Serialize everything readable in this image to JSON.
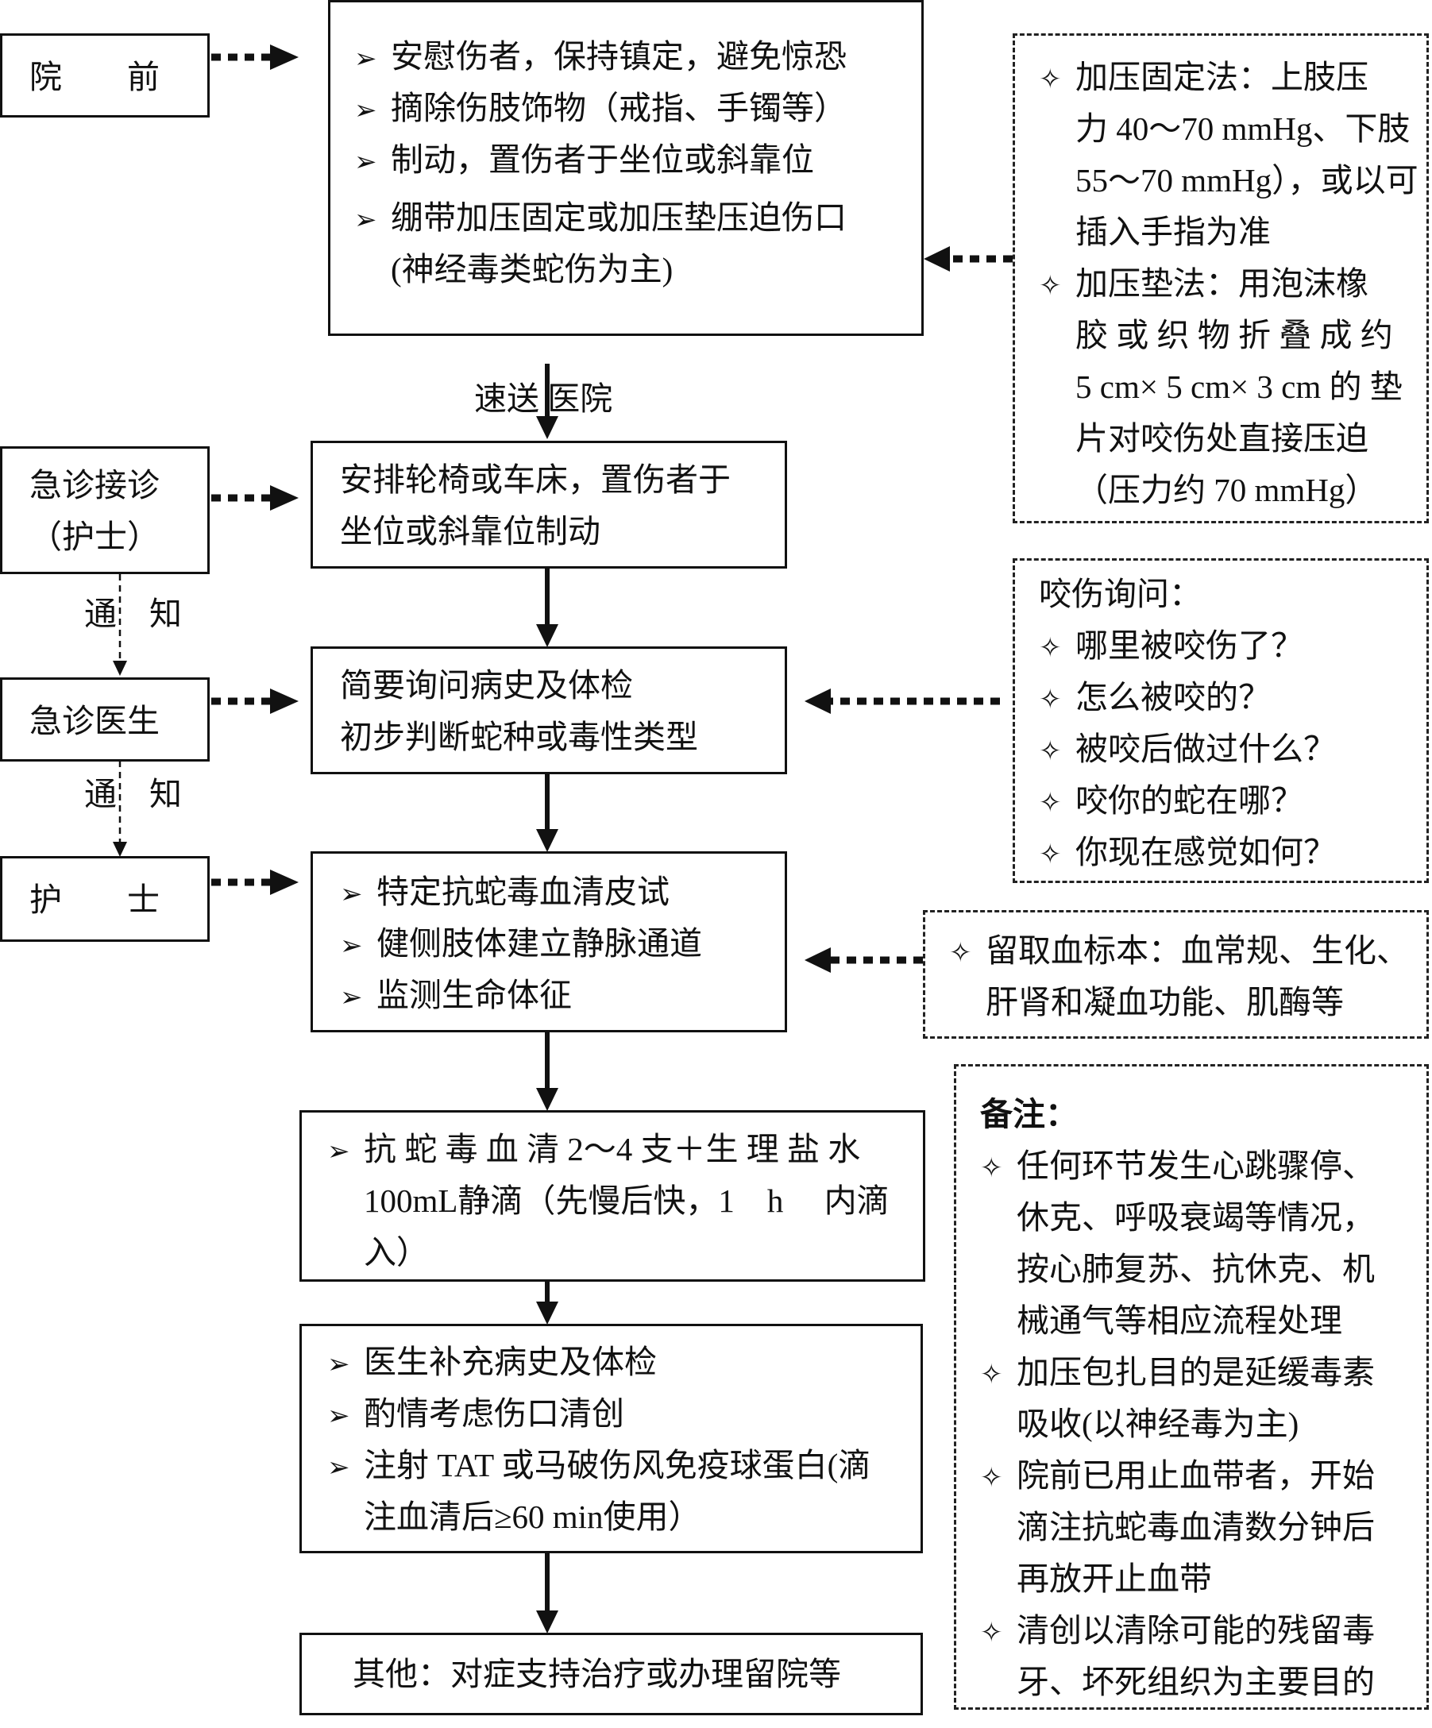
{
  "left_boxes": [
    {
      "id": "prehospital",
      "lines": [
        "院　　前"
      ]
    },
    {
      "id": "er-reception",
      "lines": [
        "急诊接诊",
        "（护士）"
      ]
    },
    {
      "id": "er-doctor",
      "lines": [
        "急诊医生"
      ]
    },
    {
      "id": "nurse",
      "lines": [
        "护　　士"
      ]
    }
  ],
  "notify_labels": [
    "通　知",
    "通　知"
  ],
  "rush_label": "速送 医院",
  "main_boxes": [
    {
      "id": "prehospital-steps",
      "lines": [
        {
          "m": "arrow",
          "t": "安慰伤者，保持镇定，避免惊恐"
        },
        {
          "m": "arrow",
          "t": "摘除伤肢饰物（戒指、手镯等）"
        },
        {
          "m": "arrow",
          "t": "制动，置伤者于坐位或斜靠位"
        },
        {
          "m": "arrow",
          "t": "绷带加压固定或加压垫压迫伤口"
        },
        {
          "m": "",
          "t": "(神经毒类蛇伤为主)"
        }
      ]
    },
    {
      "id": "wheelchair",
      "lines": [
        {
          "m": "none",
          "t": "安排轮椅或车床，置伤者于"
        },
        {
          "m": "none",
          "t": "坐位或斜靠位制动"
        }
      ]
    },
    {
      "id": "history",
      "lines": [
        {
          "m": "none",
          "t": "简要询问病史及体检"
        },
        {
          "m": "none",
          "t": "初步判断蛇种或毒性类型"
        }
      ]
    },
    {
      "id": "skin-test",
      "lines": [
        {
          "m": "arrow",
          "t": "特定抗蛇毒血清皮试"
        },
        {
          "m": "arrow",
          "t": "健侧肢体建立静脉通道"
        },
        {
          "m": "arrow",
          "t": "监测生命体征"
        }
      ]
    },
    {
      "id": "antivenom",
      "lines": [
        {
          "m": "arrow",
          "t": "抗 蛇 毒 血 清 2～4 支＋生 理 盐 水"
        },
        {
          "m": "",
          "t": "100mL静滴（先慢后快，1　h　 内滴"
        },
        {
          "m": "",
          "t": "入）"
        }
      ]
    },
    {
      "id": "doctor-supplement",
      "lines": [
        {
          "m": "arrow",
          "t": "医生补充病史及体检"
        },
        {
          "m": "arrow",
          "t": "酌情考虑伤口清创"
        },
        {
          "m": "arrow",
          "t": "注射 TAT 或马破伤风免疫球蛋白(滴"
        },
        {
          "m": "",
          "t": "注血清后≥60 min使用）"
        }
      ]
    },
    {
      "id": "other",
      "lines": [
        {
          "m": "none",
          "t": "其他：对症支持治疗或办理留院等"
        }
      ]
    }
  ],
  "side_boxes": [
    {
      "id": "compression",
      "lines": [
        {
          "m": "diamond",
          "t": "加压固定法：上肢压"
        },
        {
          "m": "",
          "t": "力 40～70 mmHg、下肢"
        },
        {
          "m": "",
          "t": "55～70 mmHg），或以可"
        },
        {
          "m": "",
          "t": "插入手指为准"
        },
        {
          "m": "diamond",
          "t": "加压垫法：用泡沫橡"
        },
        {
          "m": "",
          "t": "胶 或 织 物 折 叠 成 约"
        },
        {
          "m": "",
          "t": "5 cm× 5 cm× 3 cm 的 垫"
        },
        {
          "m": "",
          "t": "片对咬伤处直接压迫"
        },
        {
          "m": "",
          "t": "（压力约 70 mmHg）"
        }
      ]
    },
    {
      "id": "bite-inquiry",
      "lines": [
        {
          "m": "none",
          "t": "咬伤询问："
        },
        {
          "m": "diamond",
          "t": "哪里被咬伤了？"
        },
        {
          "m": "diamond",
          "t": "怎么被咬的？"
        },
        {
          "m": "diamond",
          "t": "被咬后做过什么？"
        },
        {
          "m": "diamond",
          "t": "咬你的蛇在哪？"
        },
        {
          "m": "diamond",
          "t": "你现在感觉如何？"
        }
      ]
    },
    {
      "id": "blood-sample",
      "lines": [
        {
          "m": "diamond",
          "t": "留取血标本：血常规、生化、"
        },
        {
          "m": "",
          "t": "肝肾和凝血功能、肌酶等"
        }
      ]
    },
    {
      "id": "remarks",
      "lines": [
        {
          "m": "none",
          "t": "备注：",
          "bold": true
        },
        {
          "m": "diamond",
          "t": "任何环节发生心跳骤停、"
        },
        {
          "m": "",
          "t": "休克、呼吸衰竭等情况，"
        },
        {
          "m": "",
          "t": "按心肺复苏、抗休克、机"
        },
        {
          "m": "",
          "t": "械通气等相应流程处理"
        },
        {
          "m": "diamond",
          "t": "加压包扎目的是延缓毒素"
        },
        {
          "m": "",
          "t": "吸收(以神经毒为主)"
        },
        {
          "m": "diamond",
          "t": "院前已用止血带者，开始"
        },
        {
          "m": "",
          "t": "滴注抗蛇毒血清数分钟后"
        },
        {
          "m": "",
          "t": "再放开止血带"
        },
        {
          "m": "diamond",
          "t": "清创以清除可能的残留毒"
        },
        {
          "m": "",
          "t": "牙、坏死组织为主要目的"
        }
      ]
    }
  ],
  "markers": {
    "arrow": "➢",
    "diamond": "✧"
  }
}
